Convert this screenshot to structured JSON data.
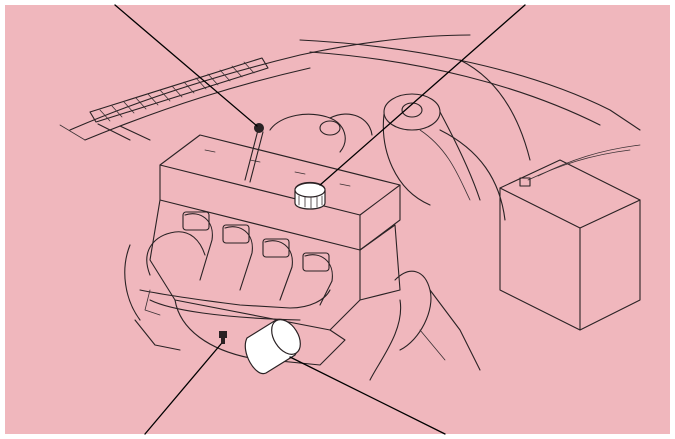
{
  "figure": {
    "subject": "engine-bay-line-drawing",
    "colors": {
      "background": "#f0b7bd",
      "border": "#ffffff",
      "ink": "#2a2224",
      "highlight": "#ffffff"
    },
    "callouts": [
      {
        "name": "dipstick-callout",
        "points_to": "dipstick-icon"
      },
      {
        "name": "oil-filler-cap-callout",
        "points_to": "oil-filler-cap-icon"
      },
      {
        "name": "drain-plug-callout",
        "points_to": "drain-plug-icon"
      },
      {
        "name": "oil-filter-callout",
        "points_to": "oil-filter-icon"
      }
    ]
  }
}
